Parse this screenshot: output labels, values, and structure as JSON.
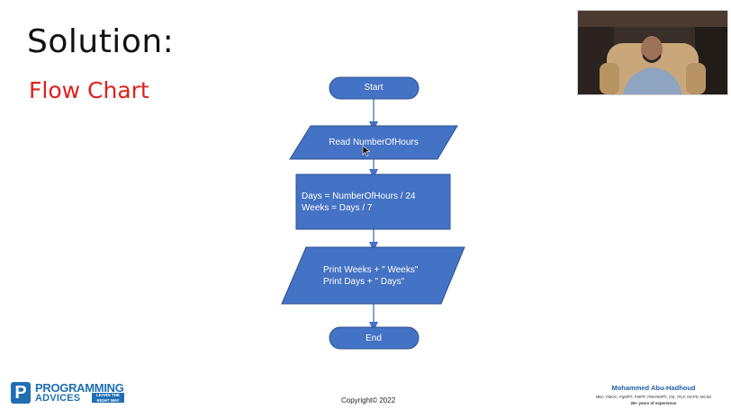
{
  "slide": {
    "title": "Solution:",
    "subtitle": "Flow Chart"
  },
  "colors": {
    "shape_fill": "#4472c4",
    "shape_border": "#2f528f",
    "subtitle": "#e0201b",
    "brand": "#1f6fb3"
  },
  "flowchart": {
    "start": "Start",
    "read": "Read NumberOfHours",
    "process_line1": "Days = NumberOfHours / 24",
    "process_line2": "Weeks = Days / 7",
    "print_line1": "Print Weeks + \" Weeks\"",
    "print_line2": "Print Days + \" Days\"",
    "end": "End"
  },
  "footer": {
    "logo_line1": "PROGRAMMING",
    "logo_line2": "ADVICES",
    "logo_tag": "LEARN THE RIGHT WAY",
    "copyright": "Copyright© 2022",
    "presenter_name": "Mohammed Abu-Hadhoud",
    "presenter_credentials": "MBA, PMOC, PgMP®, PMP®, PMI-RMP®, CM, ITILF, MCPD, MCSD",
    "presenter_experience": "26+ years of experience"
  },
  "icons": {
    "logo": "programming-advices-logo-icon",
    "cursor": "mouse-cursor-icon"
  }
}
